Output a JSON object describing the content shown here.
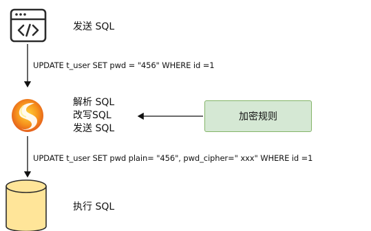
{
  "steps": {
    "send": "发送 SQL",
    "proxy": [
      "解析 SQL",
      "改写SQL",
      "发送 SQL"
    ],
    "execute": "执行 SQL"
  },
  "sql": {
    "original": "UPDATE t_user SET pwd = \"456\" WHERE id =1",
    "rewritten": "UPDATE t_user SET pwd plain= \"456\", pwd_cipher=\" xxx\" WHERE id =1"
  },
  "rules_box": {
    "label": "加密规则",
    "fill": "#d5e8d4",
    "stroke": "#82b366"
  },
  "icons": [
    "code-window-icon",
    "shardingsphere-logo-icon",
    "database-cylinder-icon"
  ],
  "colors": {
    "icon_stroke": "#2b2b2b",
    "logo_orange": "#f07b14",
    "db_fill": "#ffe599"
  }
}
